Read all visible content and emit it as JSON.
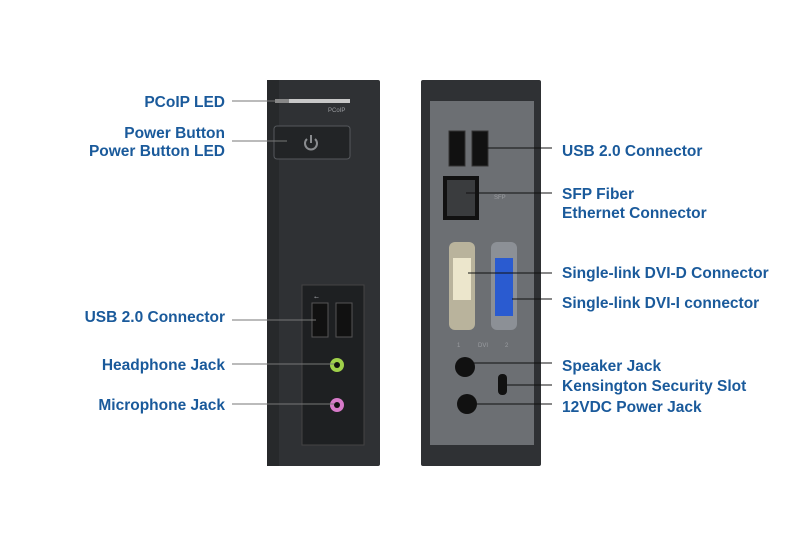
{
  "front_labels": {
    "pcoip_led": "PCoIP LED",
    "power_button": "Power Button",
    "power_button_led": "Power Button LED",
    "usb": "USB 2.0 Connector",
    "headphone": "Headphone Jack",
    "microphone": "Microphone Jack"
  },
  "back_labels": {
    "usb": "USB 2.0 Connector",
    "sfp_1": "SFP Fiber",
    "sfp_2": "Ethernet Connector",
    "dvi_d": "Single-link DVI-D Connector",
    "dvi_i": "Single-link DVI-I connector",
    "speaker": "Speaker Jack",
    "kensington": "Kensington Security Slot",
    "power": "12VDC Power Jack"
  },
  "printed": {
    "pcoip_logo": "PCoIP",
    "sfp": "SFP",
    "dvi_1": "1",
    "dvi": "DVI",
    "dvi_2": "2"
  },
  "colors": {
    "label": "#1a5a9b",
    "headphone": "#9fd04a",
    "microphone": "#d77ac9",
    "dvi_i": "#2a5bd0"
  }
}
